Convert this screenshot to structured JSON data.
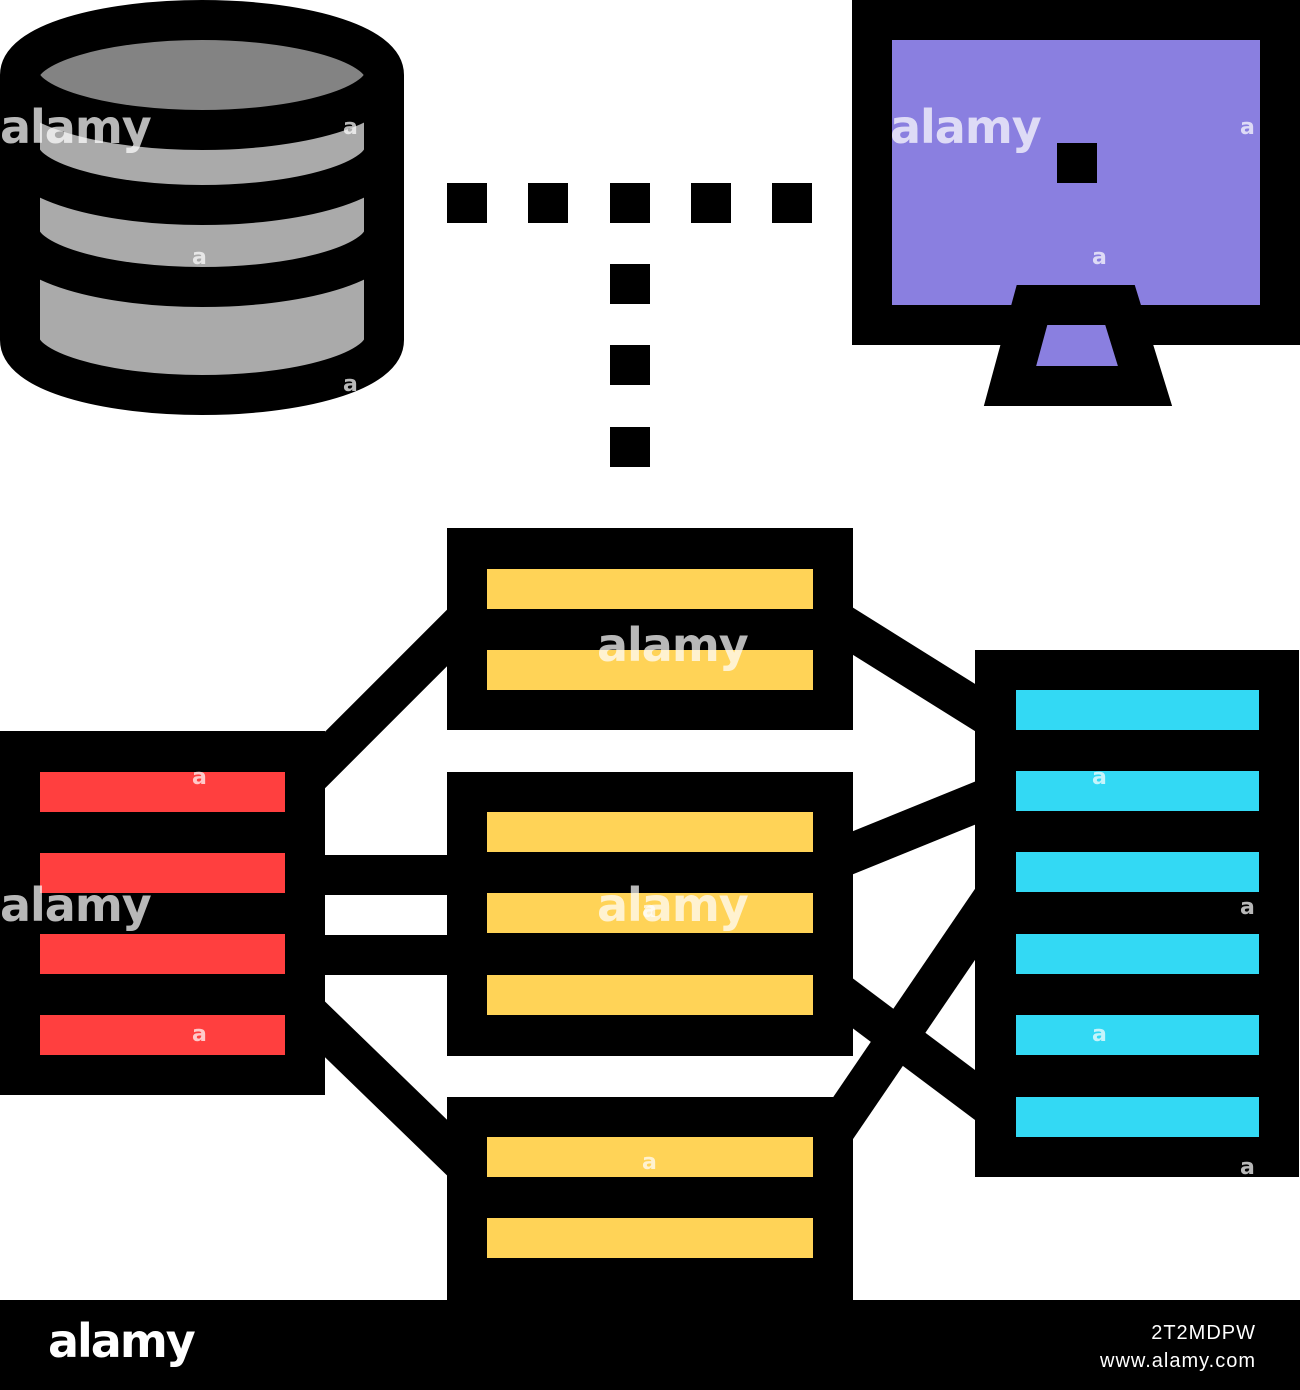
{
  "watermark": {
    "text": "alamy",
    "mark": "a"
  },
  "footer": {
    "logo": "alamy",
    "image_id": "2T2MDPW",
    "url": "www.alamy.com"
  },
  "icon": {
    "name": "database-data-flow-icon",
    "colors": {
      "outline": "#000000",
      "database_top": "#838383",
      "database_side": "#aaaaaa",
      "monitor_screen": "#8a7fe0",
      "source_table": "#ff3f3f",
      "middle_table": "#ffd357",
      "target_table": "#33d9f4",
      "background": "#ffffff"
    }
  }
}
